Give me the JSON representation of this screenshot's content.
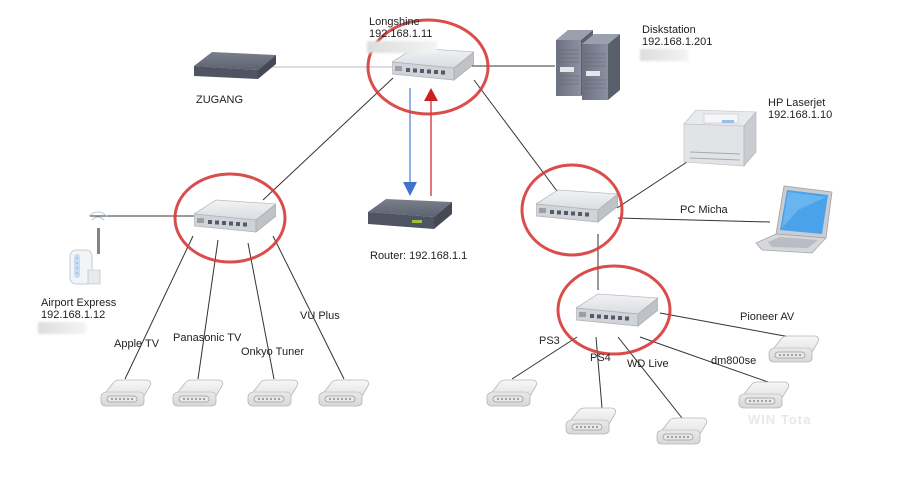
{
  "colors": {
    "highlight_ring": "#d63a3a",
    "arrow_down": "#4a7fd4",
    "arrow_up": "#cc1f1f",
    "link": "#333333",
    "switch_body": "#e2e4e7",
    "dark_device": "#5d6270",
    "endpoint": "#e6e6e6"
  },
  "nodes": {
    "longshine": {
      "name": "Longshine",
      "ip": "192.168.1.11"
    },
    "diskstation": {
      "name": "Diskstation",
      "ip": "192.168.1.201"
    },
    "zugang": {
      "name": "ZUGANG"
    },
    "hp_laserjet": {
      "name": "HP Laserjet",
      "ip": "192.168.1.10"
    },
    "pc_micha": {
      "name": "PC Micha"
    },
    "router": {
      "name": "Router: 192.168.1.1"
    },
    "airport_express": {
      "name": "Airport Express",
      "ip": "192.168.1.12"
    },
    "apple_tv": {
      "name": "Apple TV"
    },
    "panasonic_tv": {
      "name": "Panasonic TV"
    },
    "onkyo_tuner": {
      "name": "Onkyo Tuner"
    },
    "vu_plus": {
      "name": "VU Plus"
    },
    "ps3": {
      "name": "PS3"
    },
    "ps4": {
      "name": "PS4"
    },
    "wd_live": {
      "name": "WD Live"
    },
    "dm800se": {
      "name": "dm800se"
    },
    "pioneer_av": {
      "name": "Pioneer AV"
    }
  },
  "watermark": "WIN Tota"
}
